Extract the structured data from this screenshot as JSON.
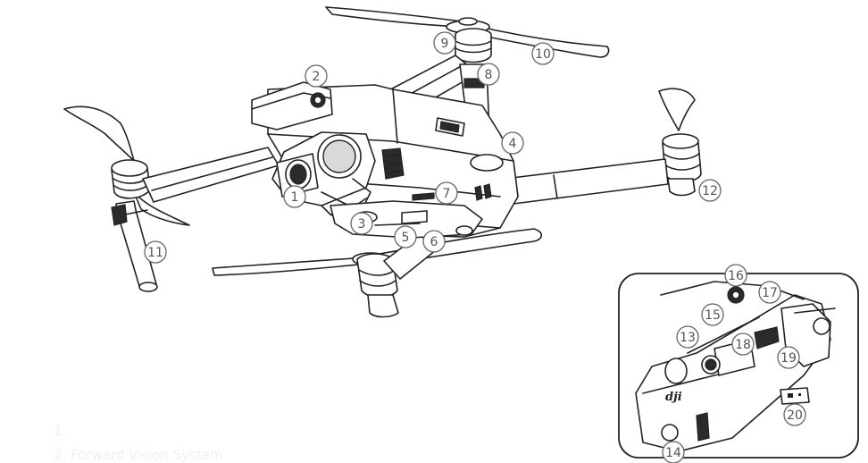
{
  "callouts": [
    {
      "id": "1",
      "label": "1"
    },
    {
      "id": "2",
      "label": "2"
    },
    {
      "id": "3",
      "label": "3"
    },
    {
      "id": "4",
      "label": "4"
    },
    {
      "id": "5",
      "label": "5"
    },
    {
      "id": "6",
      "label": "6"
    },
    {
      "id": "7",
      "label": "7"
    },
    {
      "id": "8",
      "label": "8"
    },
    {
      "id": "9",
      "label": "9"
    },
    {
      "id": "10",
      "label": "10"
    },
    {
      "id": "11",
      "label": "11"
    },
    {
      "id": "12",
      "label": "12"
    },
    {
      "id": "13",
      "label": "13"
    },
    {
      "id": "14",
      "label": "14"
    },
    {
      "id": "15",
      "label": "15"
    },
    {
      "id": "16",
      "label": "16"
    },
    {
      "id": "17",
      "label": "17"
    },
    {
      "id": "18",
      "label": "18"
    },
    {
      "id": "19",
      "label": "19"
    },
    {
      "id": "20",
      "label": "20"
    }
  ],
  "inset": {
    "logo_text": "dji"
  },
  "faded_text": [
    "1.",
    "2. Forward Vision System"
  ]
}
